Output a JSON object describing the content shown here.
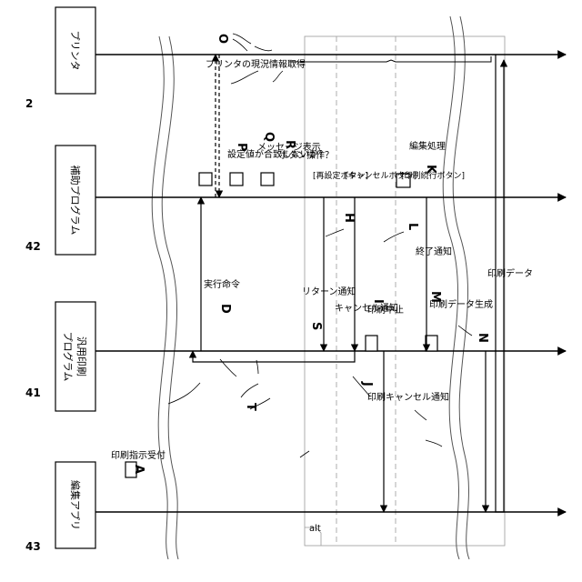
{
  "participants": [
    {
      "id": "printer",
      "name": "プリンタ",
      "ref": "2"
    },
    {
      "id": "aux",
      "name": "補助プログラム",
      "ref": "42"
    },
    {
      "id": "generic",
      "name": "汎用印刷\nプログラム",
      "ref": "41"
    },
    {
      "id": "app",
      "name": "編集アプリ",
      "ref": "43"
    }
  ],
  "steps": [
    {
      "letter": "A",
      "text": "印刷指示受付"
    },
    {
      "letter": "D",
      "text": "実行命令"
    },
    {
      "letter": "O",
      "text": "プリンタの現況情報取得"
    },
    {
      "letter": "P",
      "text": "設定値が合致しないか？"
    },
    {
      "letter": "Q",
      "text": "メッセージ表示"
    },
    {
      "letter": "R",
      "text": "ボタン操作？"
    },
    {
      "letter": "S",
      "text": "リターン通知"
    },
    {
      "letter": "H",
      "text": "キャンセル通知"
    },
    {
      "letter": "I",
      "text": "印刷中止"
    },
    {
      "letter": "J",
      "text": "印刷キャンセル通知"
    },
    {
      "letter": "K",
      "text": "編集処理"
    },
    {
      "letter": "L",
      "text": "終了通知"
    },
    {
      "letter": "M",
      "text": "印刷データ生成"
    },
    {
      "letter": "N",
      "text": "印刷データ"
    },
    {
      "letter": "T",
      "text": ""
    }
  ],
  "alt_frame": {
    "label": "alt",
    "guards": [
      "[再設定ボタン]",
      "[キャンセルボタン]",
      "[印刷続行ボタン]"
    ]
  }
}
